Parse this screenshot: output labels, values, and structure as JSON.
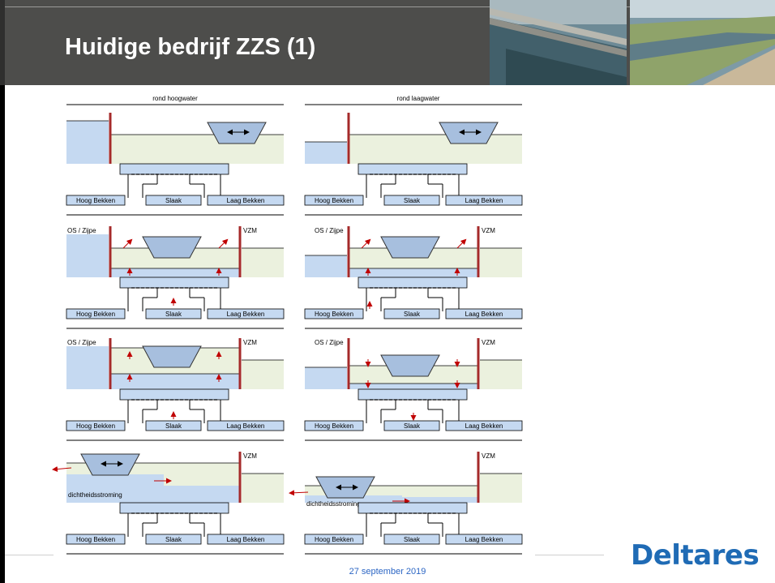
{
  "title": "Huidige bedrijf ZZS (1)",
  "footer": {
    "date": "27 september 2019",
    "logo": "Deltares"
  },
  "columns": [
    "rond hoogwater",
    "rond laagwater"
  ],
  "labels": {
    "hoog_bekken": "Hoog Bekken",
    "slaak": "Slaak",
    "laag_bekken": "Laag Bekken",
    "os_zijpe": "OS / Zijpe",
    "vzm": "VZM",
    "dichtheidsstroming": "dichtheidsstroming"
  },
  "colors": {
    "header": "#4d4d4b",
    "water_light": "#c5d9f1",
    "water_pale": "#ebf1de",
    "wall": "#a52a2a",
    "arrow": "#c00000",
    "date": "#2c66c4",
    "logo": "#1f6bb5"
  }
}
